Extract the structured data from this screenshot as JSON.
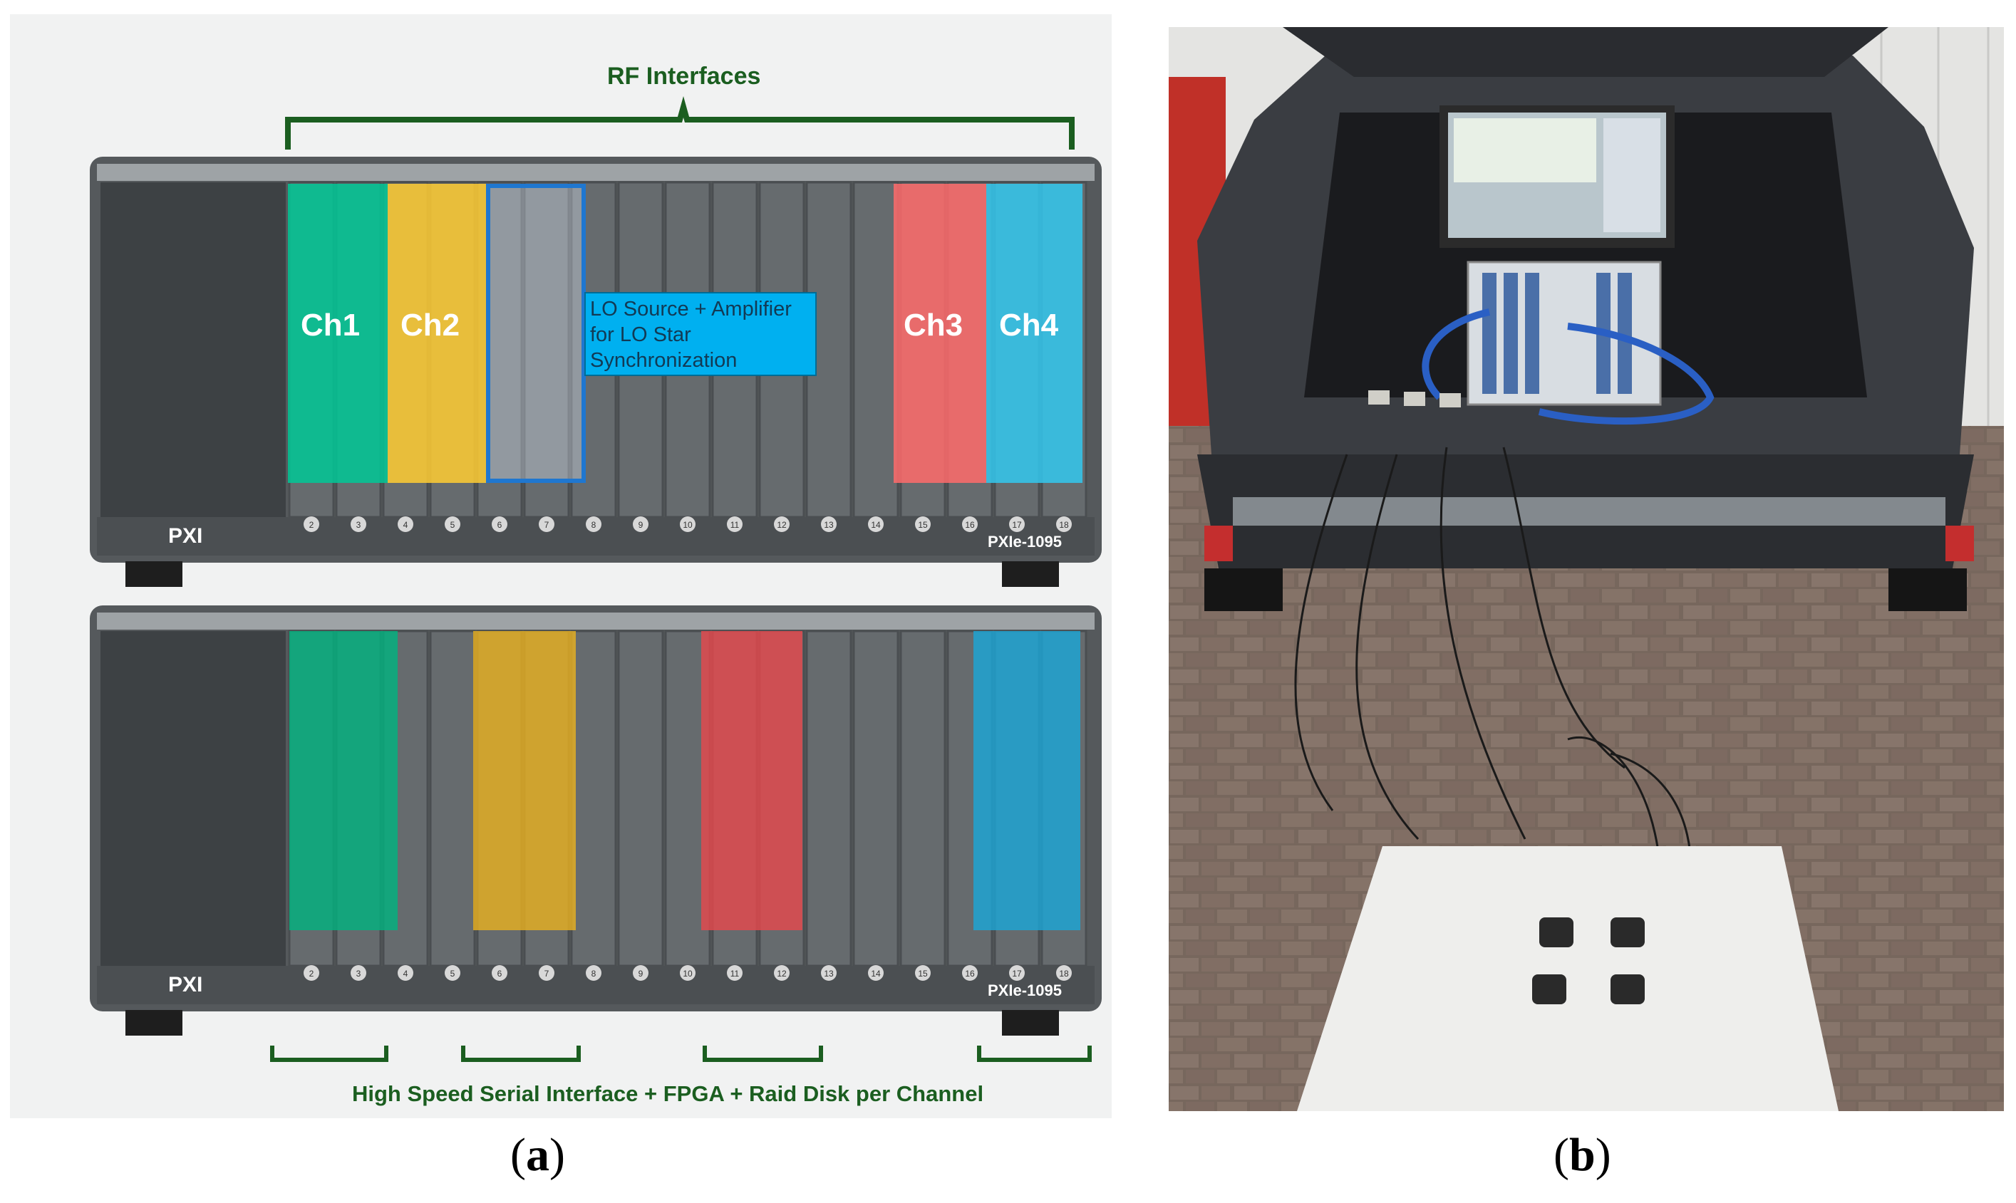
{
  "panel_a": {
    "rf_interfaces_label": "RF Interfaces",
    "channels": [
      {
        "label": "Ch1",
        "color": "#00c896"
      },
      {
        "label": "Ch2",
        "color": "#ffcc33"
      },
      {
        "label": "Ch3",
        "color": "#ff6b6b"
      },
      {
        "label": "Ch4",
        "color": "#33c8ee"
      }
    ],
    "lo_box": {
      "line1": "LO Source + Amplifier",
      "line2": "for LO Star",
      "line3": "Synchronization",
      "color": "#00b0f0"
    },
    "chassis_model": "PXIe-1095",
    "chassis_brand": "PXI",
    "bottom_label": "High Speed Serial Interface + FPGA + Raid Disk per Channel",
    "slot_numbers": [
      "2",
      "3",
      "4",
      "5",
      "6",
      "7",
      "8",
      "9",
      "10",
      "11",
      "12",
      "13",
      "14",
      "15",
      "16",
      "17",
      "18"
    ]
  },
  "captions": {
    "a": "a",
    "b": "b"
  }
}
